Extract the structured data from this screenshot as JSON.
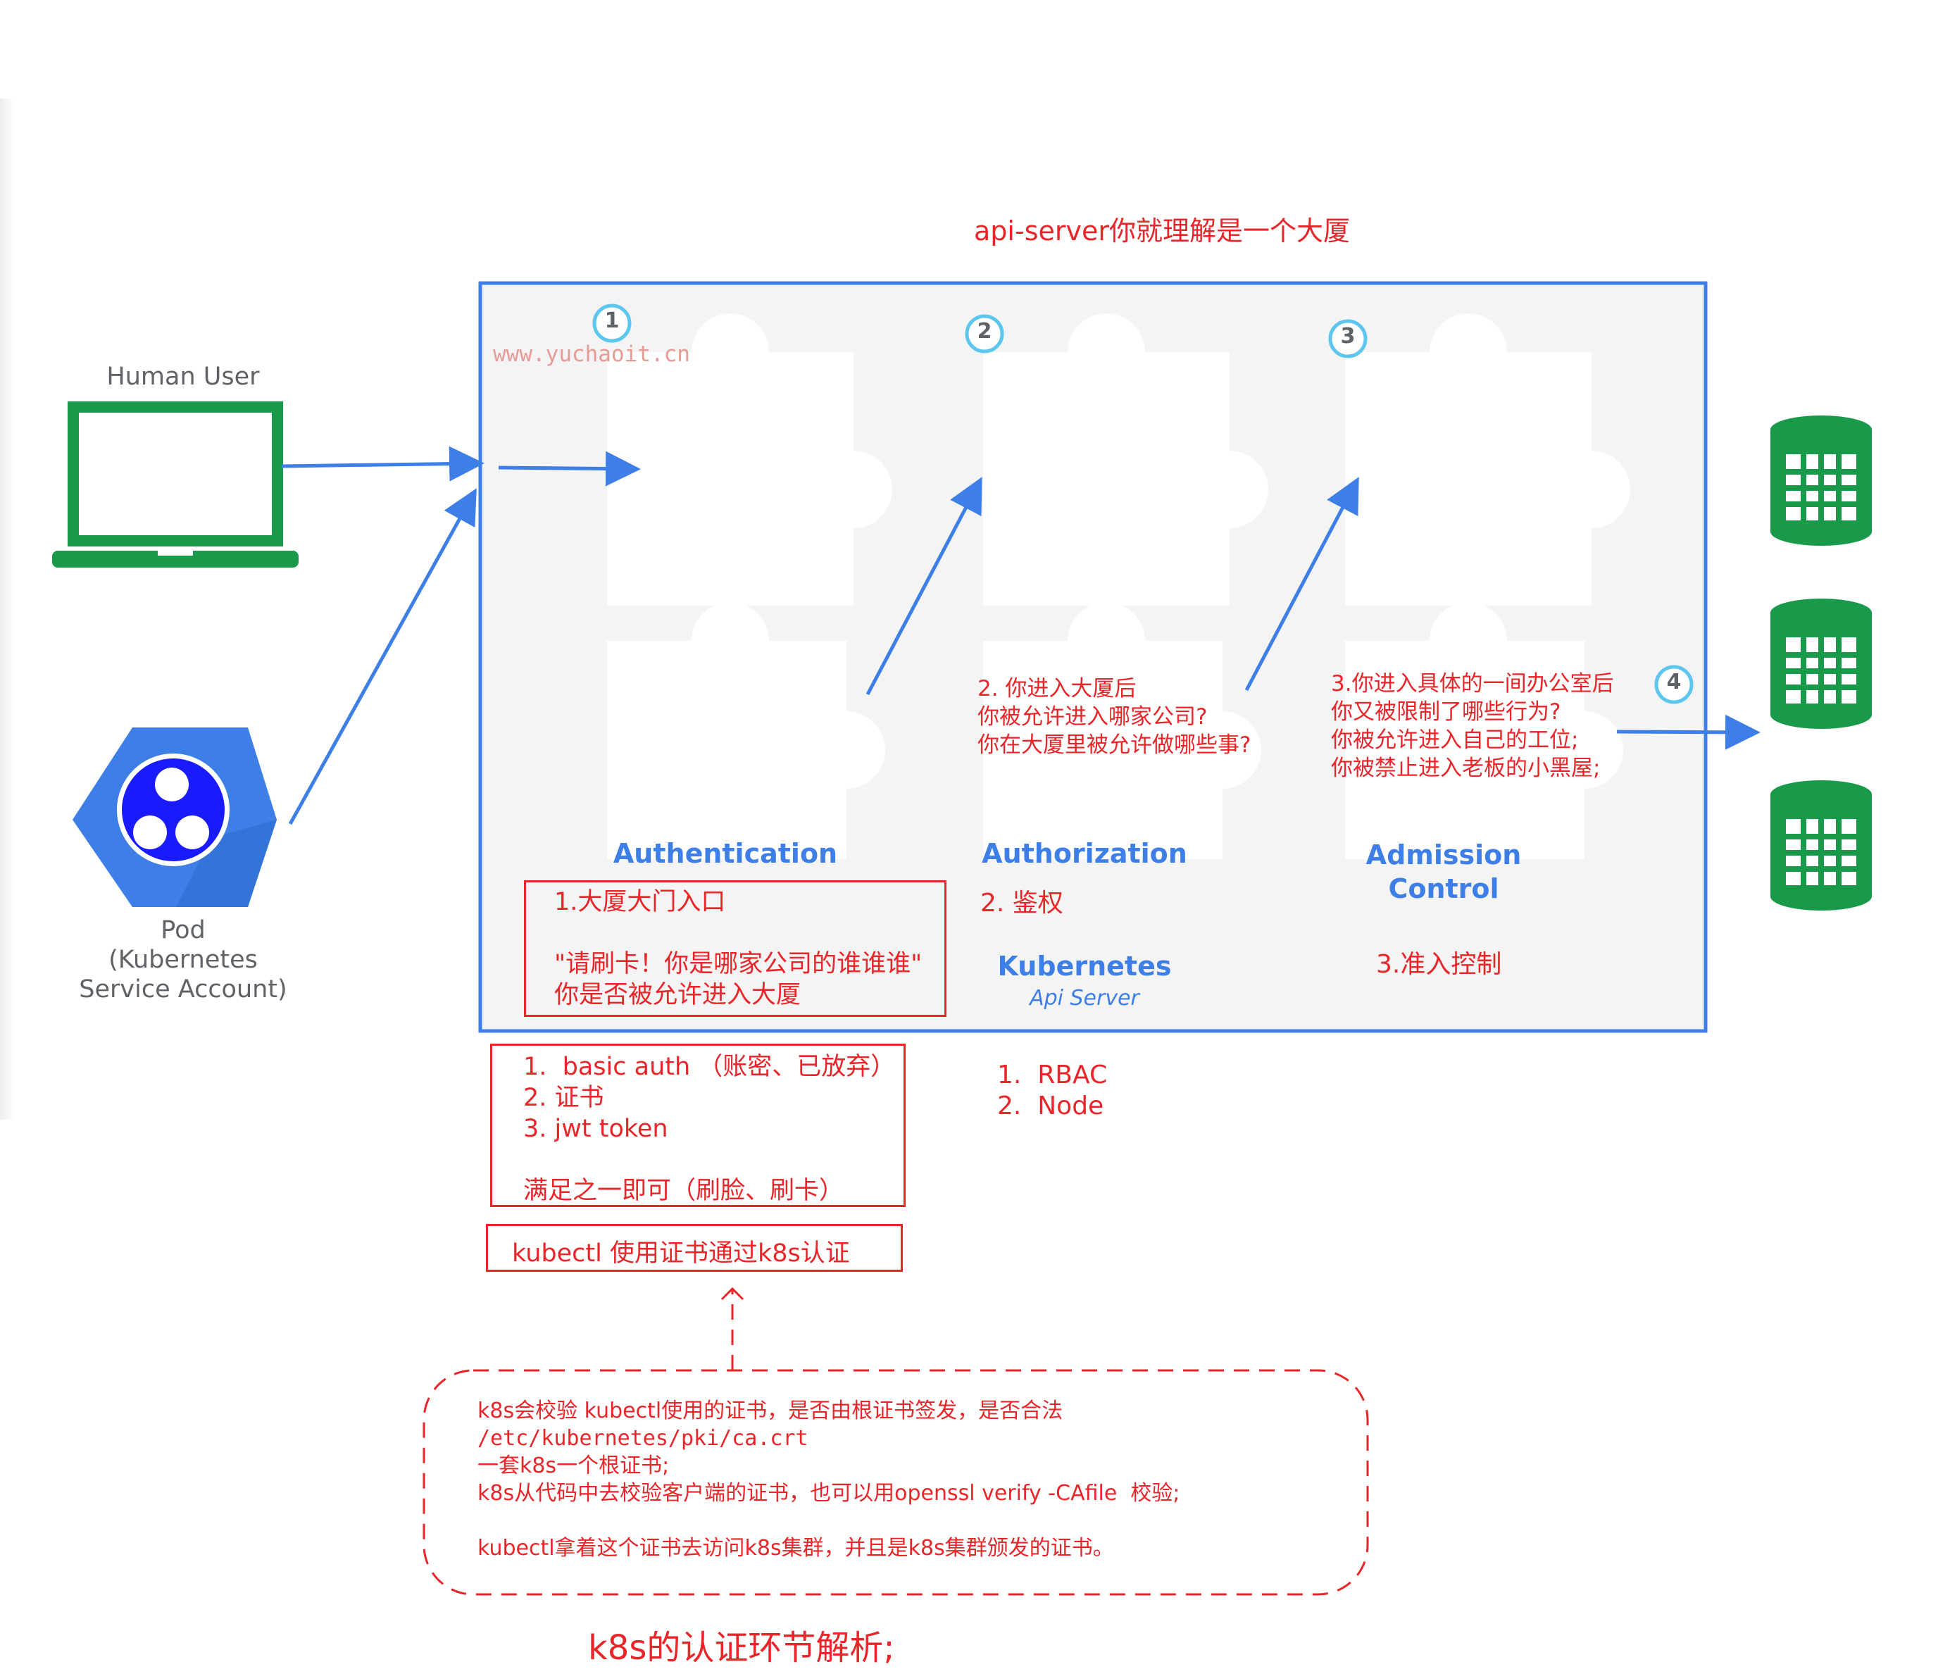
{
  "colors": {
    "arrow": "#3d7fe6",
    "frame": "#3d7fe6",
    "annotation": "#e8262a",
    "device": "#189a4a",
    "pod": "#3d7fe6",
    "watermark": "#e79b96"
  },
  "header_note": "api-server你就理解是一个大厦",
  "watermark": "www.yuchaoit.cn",
  "human_user_label": "Human User",
  "pod_label_lines": [
    "Pod",
    "(Kubernetes",
    "Service Account)"
  ],
  "step_numbers": [
    "1",
    "2",
    "3",
    "4"
  ],
  "stages": {
    "authentication": {
      "title": "Authentication"
    },
    "authorization": {
      "title": "Authorization",
      "subtitle": "2. 鉴权"
    },
    "admission": {
      "title_lines": [
        "Admission",
        "Control"
      ],
      "subtitle": "3.准入控制"
    }
  },
  "kubernetes": {
    "title": "Kubernetes",
    "subtitle": "Api Server"
  },
  "notes": {
    "authorization_lines": [
      "2. 你进入大厦后",
      "你被允许进入哪家公司?",
      "你在大厦里被允许做哪些事?"
    ],
    "admission_lines": [
      "3.你进入具体的一间办公室后",
      "你又被限制了哪些行为?",
      "你被允许进入自己的工位;",
      "你被禁止进入老板的小黑屋;"
    ],
    "auth_box_lines": [
      "1.大厦大门入口",
      "",
      "\"请刷卡！你是哪家公司的谁谁谁\"",
      "你是否被允许进入大厦"
    ],
    "auth_methods_lines": [
      "1.  basic auth （账密、已放弃）",
      "2. 证书",
      "3. jwt token",
      "",
      "满足之一即可（刷脸、刷卡）"
    ],
    "authz_methods_lines": [
      "1.  RBAC",
      "2.  Node"
    ],
    "kubectl_box": "kubectl 使用证书通过k8s认证",
    "callout_lines": [
      "k8s会校验 kubectl使用的证书，是否由根证书签发，是否合法",
      "/etc/kubernetes/pki/ca.crt",
      "一套k8s一个根证书;",
      "k8s从代码中去校验客户端的证书，也可以用openssl verify -CAfile  校验;",
      "",
      "kubectl拿着这个证书去访问k8s集群，并且是k8s集群颁发的证书。"
    ]
  },
  "footer_title": "k8s的认证环节解析;",
  "icons": [
    "laptop-icon",
    "pod-icon",
    "puzzle-icon",
    "database-icon"
  ]
}
